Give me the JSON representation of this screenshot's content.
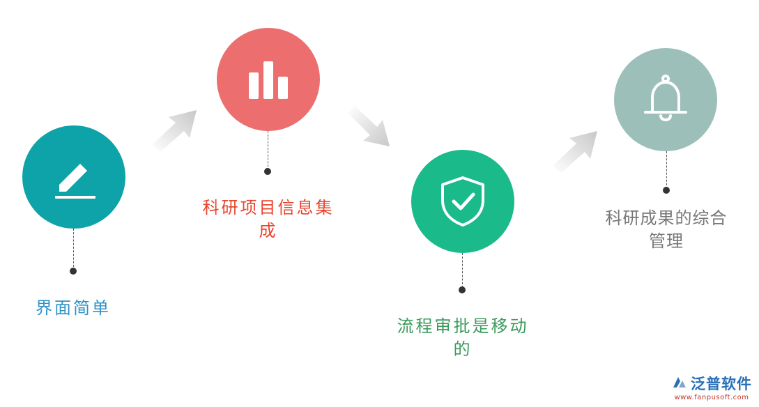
{
  "steps": [
    {
      "label_line1": "界面简单",
      "label_line2": "",
      "color": "#0ea3a8",
      "text_color": "#2e93c9",
      "icon": "pencil-icon"
    },
    {
      "label_line1": "科研项目信息集",
      "label_line2": "成",
      "color": "#ec6e6e",
      "text_color": "#e8452e",
      "icon": "bar-chart-icon"
    },
    {
      "label_line1": "流程审批是移动",
      "label_line2": "的",
      "color": "#1aba8a",
      "text_color": "#3a9a5b",
      "icon": "shield-check-icon"
    },
    {
      "label_line1": "科研成果的综合",
      "label_line2": "管理",
      "color": "#9dbfba",
      "text_color": "#777777",
      "icon": "bell-icon"
    }
  ],
  "logo": {
    "name": "泛普软件",
    "url": "www.fanpusoft.com"
  }
}
